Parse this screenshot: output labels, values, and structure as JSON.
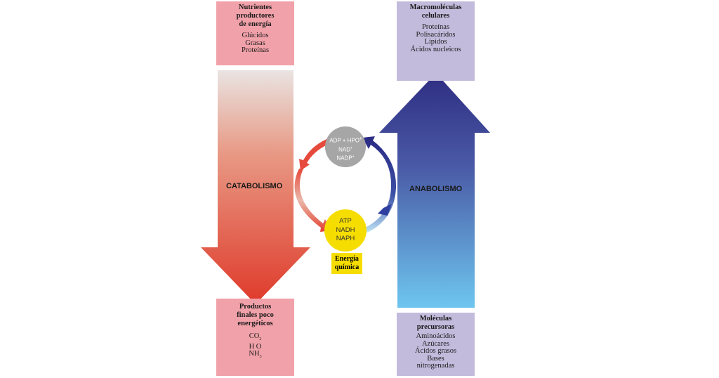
{
  "nutrients": {
    "title": "Nutrientes\nproductores\nde energía",
    "items": [
      "Glúcidos",
      "Grasas",
      "Proteínas"
    ]
  },
  "macromolecules": {
    "title": "Macromoléculas\ncelulares",
    "items": [
      "Proteínas",
      "Polisacáridos",
      "Lípidos",
      "Ácidos nucleicos"
    ]
  },
  "end_products": {
    "title": "Productos\nfinales poco\nenergéticos",
    "items": [
      "CO",
      "H O",
      "NH"
    ]
  },
  "precursors": {
    "title": "Moléculas\nprecursoras",
    "items": [
      "Aminoácidos",
      "Azúcares",
      "Ácidos grasos",
      "Bases",
      "nitrogenadas"
    ]
  },
  "catabolism_label": "CATABOLISMO",
  "anabolism_label": "ANABOLISMO",
  "low_energy_node": {
    "line1": "ADP + HPO",
    "line2": "NAD",
    "line3": "NADP"
  },
  "high_energy_node": {
    "line1": "ATP",
    "line2": "NADH",
    "line3": "NAPH"
  },
  "energy_label": "Energía\nquímica",
  "colors": {
    "pink_box": "#f1a1a9",
    "purple_box": "#c3bbdc",
    "catabolism_top": "#e9e4e2",
    "catabolism_bottom": "#df3a2a",
    "anabolism_top": "#2e2d82",
    "anabolism_bottom": "#6ec6ef",
    "gray_node": "#a6a6a6",
    "yellow_node": "#f6dd00"
  }
}
